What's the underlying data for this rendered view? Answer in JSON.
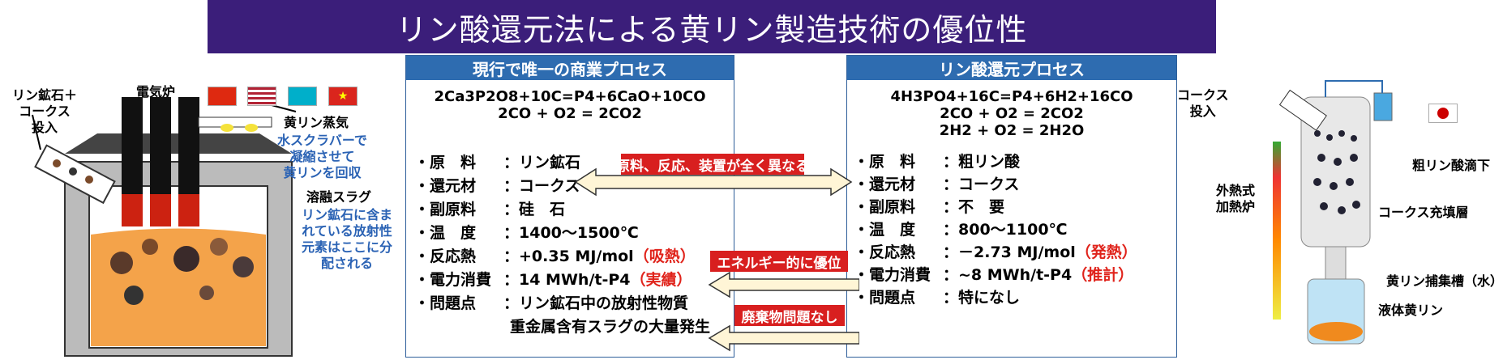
{
  "title": "リン酸還元法による黄リン製造技術の優位性",
  "left_panel": {
    "header": "現行で唯一の商業プロセス",
    "equations": [
      "2Ca3P2O8+10C=P4+6CaO+10CO",
      "2CO + O2 = 2CO2"
    ],
    "rows": [
      {
        "key": "・原　料",
        "value": "：リン鉱石"
      },
      {
        "key": "・還元材",
        "value": "：コークス"
      },
      {
        "key": "・副原料",
        "value": "：硅　石"
      },
      {
        "key": "・温　度",
        "value": "：1400～1500℃"
      },
      {
        "key": "・反応熱",
        "value": "：+0.35 MJ/mol",
        "note": "（吸熱）"
      },
      {
        "key": "・電力消費",
        "value": "：14 MWh/t-P4",
        "note": "（実績）"
      },
      {
        "key": "・問題点",
        "value": "：リン鉱石中の放射性物質"
      }
    ],
    "extra_line": "重金属含有スラグの大量発生"
  },
  "right_panel": {
    "header": "リン酸還元プロセス",
    "equations": [
      "4H3PO4+16C=P4+6H2+16CO",
      "2CO + O2 = 2CO2",
      "2H2 + O2 = 2H2O"
    ],
    "rows": [
      {
        "key": "・原　料",
        "value": "：粗リン酸"
      },
      {
        "key": "・還元材",
        "value": "：コークス"
      },
      {
        "key": "・副原料",
        "value": "：不　要"
      },
      {
        "key": "・温　度",
        "value": "：800～1100℃"
      },
      {
        "key": "・反応熱",
        "value": "：－2.73 MJ/mol",
        "note": "（発熱）"
      },
      {
        "key": "・電力消費",
        "value": "：~8 MWh/t-P4",
        "note": "（推計）"
      },
      {
        "key": "・問題点",
        "value": "：特になし"
      }
    ]
  },
  "badges": [
    "原料、反応、装置が全く異なる",
    "エネルギー的に優位",
    "廃棄物問題なし"
  ],
  "left_diagram": {
    "ore_label": [
      "リン鉱石＋",
      "コークス",
      "投入"
    ],
    "furnace_label": "電気炉",
    "vapor_label": "黄リン蒸気",
    "vapor_note": [
      "水スクラバーで",
      "凝縮させて",
      "黄リンを回収"
    ],
    "slag_label": "溶融スラグ",
    "slag_note": [
      "リン鉱石に含ま",
      "れている放射性",
      "元素はここに分",
      "配される"
    ],
    "flags": [
      "china-flag",
      "usa-flag",
      "kazakhstan-flag",
      "vietnam-flag"
    ]
  },
  "right_diagram": {
    "coke_label": [
      "コークス",
      "投入"
    ],
    "acid_label": "粗リン酸滴下",
    "heater_label": [
      "外熱式",
      "加熱炉"
    ],
    "bed_label": "コークス充填層",
    "trap_label": "黄リン捕集槽（水）",
    "liquid_label": "液体黄リン",
    "flag": "japan-flag"
  },
  "colors": {
    "title_bg": "#3b1e7a",
    "header_bg": "#2e6cb0",
    "badge_bg": "#d81f1f",
    "accent_red": "#e0231b",
    "note_blue": "#2a62b4"
  }
}
